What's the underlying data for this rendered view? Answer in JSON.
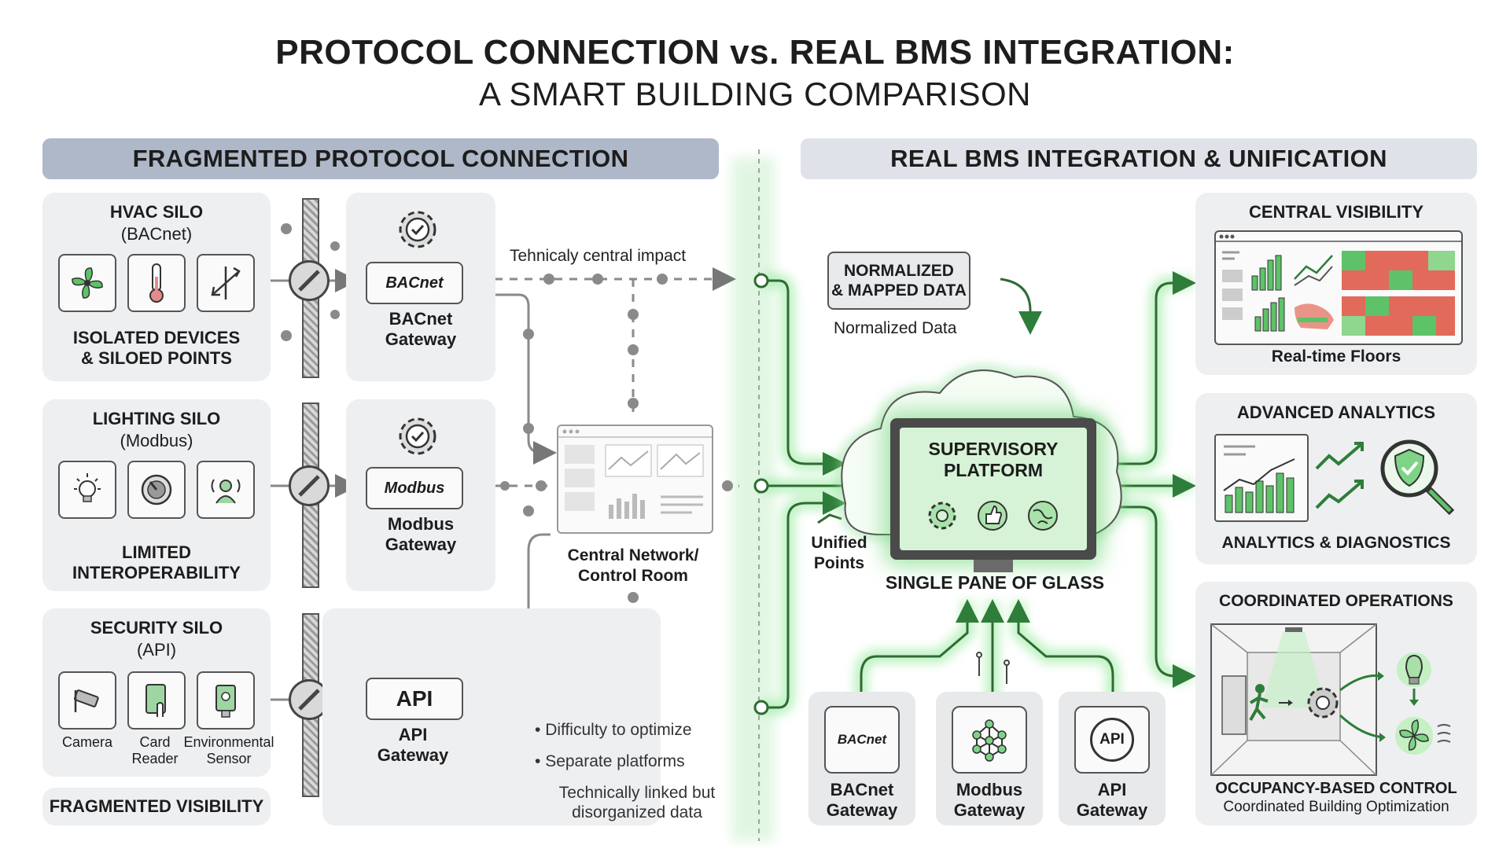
{
  "title": {
    "line1": "PROTOCOL CONNECTION vs. REAL BMS INTEGRATION:",
    "line2": "A SMART BUILDING COMPARISON"
  },
  "left": {
    "header": "FRAGMENTED PROTOCOL CONNECTION",
    "silos": [
      {
        "title": "HVAC SILO",
        "protocol": "(BACnet)",
        "caption": "ISOLATED DEVICES\n& SILOED POINTS",
        "icons": [
          "fan-icon",
          "thermometer-icon",
          "damper-icon"
        ]
      },
      {
        "title": "LIGHTING SILO",
        "protocol": "(Modbus)",
        "caption": "LIMITED\nINTEROPERABILITY",
        "icons": [
          "light-bulb-icon",
          "dial-icon",
          "occupancy-sensor-icon"
        ]
      },
      {
        "title": "SECURITY SILO",
        "protocol": "(API)",
        "icons": [
          "camera-icon",
          "card-reader-icon",
          "environmental-sensor-icon"
        ],
        "icon_labels": [
          "Camera",
          "Card\nReader",
          "Environmental\nSensor"
        ]
      }
    ],
    "gateways": [
      {
        "pill": "BACnet",
        "label": "BACnet\nGateway"
      },
      {
        "pill": "Modbus",
        "label": "Modbus\nGateway"
      },
      {
        "pill": "API",
        "label": "API\nGateway"
      }
    ],
    "footer": "FRAGMENTED VISIBILITY",
    "line_label": "Tehnicaly central impact",
    "central_label": "Central Network/\nControl Room",
    "bullets": [
      "Difficulty to optimize",
      "Separate platforms",
      "Technically linked but\ndisorganized data"
    ]
  },
  "right": {
    "header": "REAL BMS INTEGRATION & UNIFICATION",
    "normalized_box": "NORMALIZED\n& MAPPED DATA",
    "normalized_label": "Normalized Data",
    "unified_label": "Unified\nPoints",
    "platform": "SUPERVISORY\nPLATFORM",
    "platform_caption": "SINGLE PANE OF GLASS",
    "gateways": [
      {
        "pill": "BACnet",
        "label": "BACnet\nGateway"
      },
      {
        "pill": "",
        "label": "Modbus\nGateway"
      },
      {
        "pill": "API",
        "label": "API\nGateway"
      }
    ],
    "outcomes": [
      {
        "title": "CENTRAL VISIBILITY",
        "caption": "Real-time Floors"
      },
      {
        "title": "ADVANCED ANALYTICS",
        "caption": "ANALYTICS & DIAGNOSTICS"
      },
      {
        "title": "COORDINATED OPERATIONS",
        "caption": "OCCUPANCY-BASED CONTROL",
        "subcaption": "Coordinated Building Optimization"
      }
    ]
  },
  "colors": {
    "glow": "#5fd16a",
    "header_left": "#aeb8c9",
    "header_right": "#dfe2e8",
    "panel": "#eeeff1"
  }
}
